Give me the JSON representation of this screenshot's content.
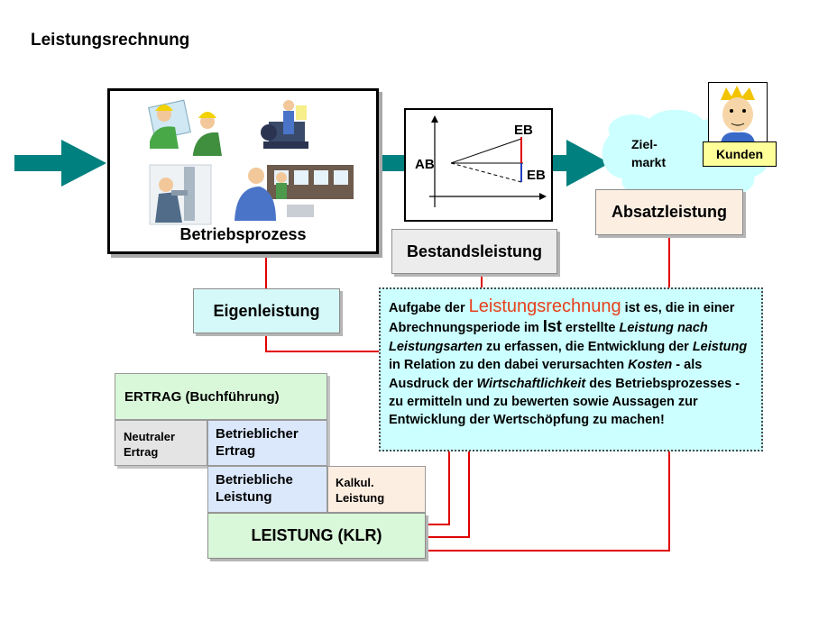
{
  "title": "Leistungsrechnung",
  "process": {
    "label": "Betriebsprozess"
  },
  "graph": {
    "ab": "AB",
    "eb_top": "EB",
    "eb_bottom": "EB"
  },
  "boxes": {
    "bestandsleistung": "Bestandsleistung",
    "absatzleistung": "Absatzleistung",
    "eigenleistung": "Eigenleistung",
    "kunden": "Kunden",
    "zielmarkt_1": "Ziel-",
    "zielmarkt_2": "markt"
  },
  "description": {
    "p1": "Aufgabe der ",
    "highlight": "Leistungsrechnung",
    "p2": " ist es, die in einer Abrechnungsperiode im ",
    "ist": "Ist",
    "p3": " erstellte ",
    "i1": "Leistung nach Leistungsarten",
    "p4": " zu erfassen, die Entwicklung der ",
    "i2": "Leistung",
    "p5": " in Relation zu den dabei verursachten ",
    "i3": "Kosten",
    "p6": " - als Ausdruck der ",
    "i4": "Wirtschaftlichkeit",
    "p7": " des Betriebsprozesses - zu ermitteln und zu bewerten sowie Aussagen zur Entwicklung der Wertschöpfung zu machen!"
  },
  "table": {
    "ertrag": "ERTRAG (Buchführung)",
    "neutral_1": "Neutraler",
    "neutral_2": "Ertrag",
    "betr_ertrag_1": "Betrieblicher",
    "betr_ertrag_2": "Ertrag",
    "betr_leistung_1": "Betriebliche",
    "betr_leistung_2": "Leistung",
    "kalk_1": "Kalkul.",
    "kalk_2": "Leistung",
    "leistung_klr": "LEISTUNG (KLR)"
  },
  "colors": {
    "arrow_teal": "#00807f",
    "connector_red": "#e00000",
    "cloud_cyan": "#ccffff",
    "text_highlight": "#e8401c"
  }
}
